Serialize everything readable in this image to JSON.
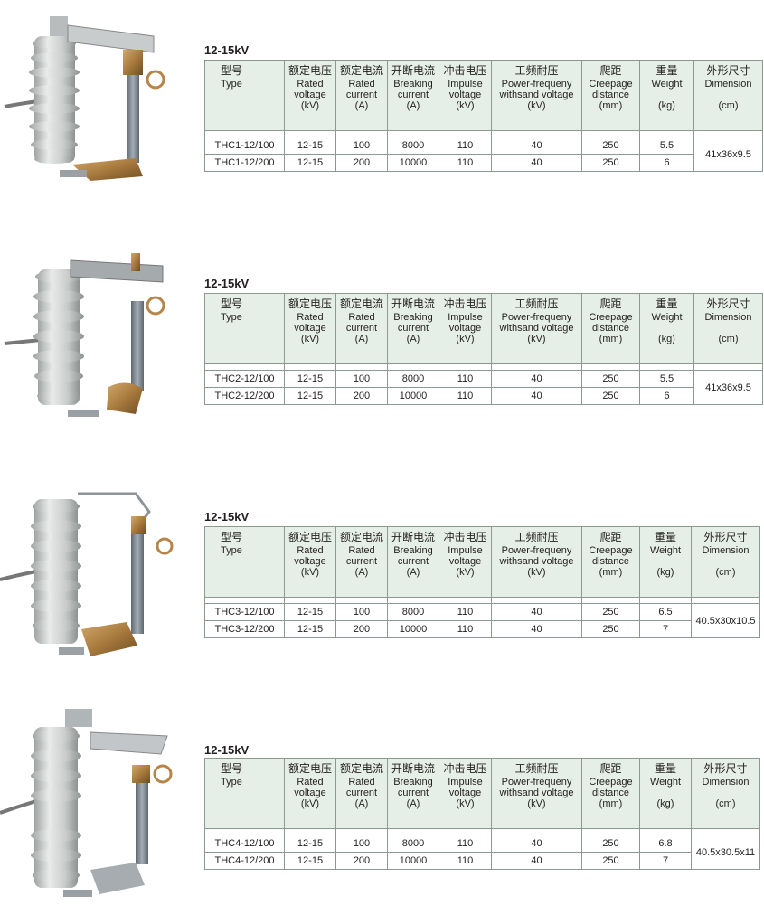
{
  "headers": {
    "type": {
      "cn": "型号",
      "en": [
        "Type"
      ]
    },
    "rated_voltage": {
      "cn": "额定电压",
      "en": [
        "Rated",
        "voltage",
        "(kV)"
      ]
    },
    "rated_current": {
      "cn": "额定电流",
      "en": [
        "Rated",
        "current",
        "(A)"
      ]
    },
    "breaking_current": {
      "cn": "开断电流",
      "en": [
        "Breaking",
        "current",
        "(A)"
      ]
    },
    "impulse_voltage": {
      "cn": "冲击电压",
      "en": [
        "Impulse",
        "voltage",
        "(kV)"
      ]
    },
    "power_freq": {
      "cn": "工频耐压",
      "en": [
        "Power-frequeny",
        "withsand voltage",
        "(kV)"
      ]
    },
    "creepage": {
      "cn": "爬距",
      "en": [
        "Creepage",
        "distance",
        "(mm)"
      ]
    },
    "weight": {
      "cn": "重量",
      "en": [
        "Weight",
        "",
        "(kg)"
      ]
    },
    "dimension": {
      "cn": "外形尺寸",
      "en": [
        "Dimension",
        "",
        "(cm)"
      ]
    }
  },
  "products": [
    {
      "title": "12-15kV",
      "rows": [
        {
          "type": "THC1-12/100",
          "rated_voltage": "12-15",
          "rated_current": "100",
          "breaking_current": "8000",
          "impulse_voltage": "110",
          "power_freq": "40",
          "creepage": "250",
          "weight": "5.5"
        },
        {
          "type": "THC1-12/200",
          "rated_voltage": "12-15",
          "rated_current": "200",
          "breaking_current": "10000",
          "impulse_voltage": "110",
          "power_freq": "40",
          "creepage": "250",
          "weight": "6"
        }
      ],
      "dimension": "41x36x9.5"
    },
    {
      "title": "12-15kV",
      "rows": [
        {
          "type": "THC2-12/100",
          "rated_voltage": "12-15",
          "rated_current": "100",
          "breaking_current": "8000",
          "impulse_voltage": "110",
          "power_freq": "40",
          "creepage": "250",
          "weight": "5.5"
        },
        {
          "type": "THC2-12/200",
          "rated_voltage": "12-15",
          "rated_current": "200",
          "breaking_current": "10000",
          "impulse_voltage": "110",
          "power_freq": "40",
          "creepage": "250",
          "weight": "6"
        }
      ],
      "dimension": "41x36x9.5"
    },
    {
      "title": "12-15kV",
      "rows": [
        {
          "type": "THC3-12/100",
          "rated_voltage": "12-15",
          "rated_current": "100",
          "breaking_current": "8000",
          "impulse_voltage": "110",
          "power_freq": "40",
          "creepage": "250",
          "weight": "6.5"
        },
        {
          "type": "THC3-12/200",
          "rated_voltage": "12-15",
          "rated_current": "200",
          "breaking_current": "10000",
          "impulse_voltage": "110",
          "power_freq": "40",
          "creepage": "250",
          "weight": "7"
        }
      ],
      "dimension": "40.5x30x10.5"
    },
    {
      "title": "12-15kV",
      "rows": [
        {
          "type": "THC4-12/100",
          "rated_voltage": "12-15",
          "rated_current": "100",
          "breaking_current": "8000",
          "impulse_voltage": "110",
          "power_freq": "40",
          "creepage": "250",
          "weight": "6.8"
        },
        {
          "type": "THC4-12/200",
          "rated_voltage": "12-15",
          "rated_current": "200",
          "breaking_current": "10000",
          "impulse_voltage": "110",
          "power_freq": "40",
          "creepage": "250",
          "weight": "7"
        }
      ],
      "dimension": "40.5x30.5x11"
    }
  ],
  "colors": {
    "header_bg": "#e5efe7",
    "porcelain": "#d9dbd9",
    "metal": "#b08a52",
    "tube": "#7d8790"
  }
}
